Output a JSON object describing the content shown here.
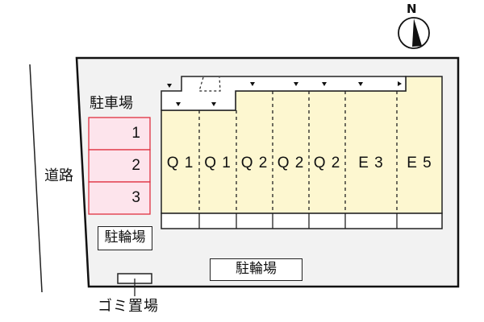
{
  "compass": {
    "label": "N",
    "icon": "north-arrow-icon"
  },
  "road": {
    "label": "道路"
  },
  "parking": {
    "title": "駐車場",
    "spaces": [
      {
        "label": "1"
      },
      {
        "label": "2"
      },
      {
        "label": "3"
      }
    ],
    "fill_color": "#fde4ec",
    "border_color": "#e03040"
  },
  "building": {
    "fill_color": "#fdf7d0",
    "units": [
      {
        "label": "Q 1"
      },
      {
        "label": "Q 1"
      },
      {
        "label": "Q 2"
      },
      {
        "label": "Q 2"
      },
      {
        "label": "Q 2"
      },
      {
        "label": "E 3"
      },
      {
        "label": "E 5"
      }
    ]
  },
  "bicycle_parking": [
    {
      "label": "駐輪場"
    },
    {
      "label": "駐輪場"
    }
  ],
  "garbage": {
    "label": "ゴミ置場"
  },
  "lot": {
    "fill_color": "#f2f2f2"
  }
}
